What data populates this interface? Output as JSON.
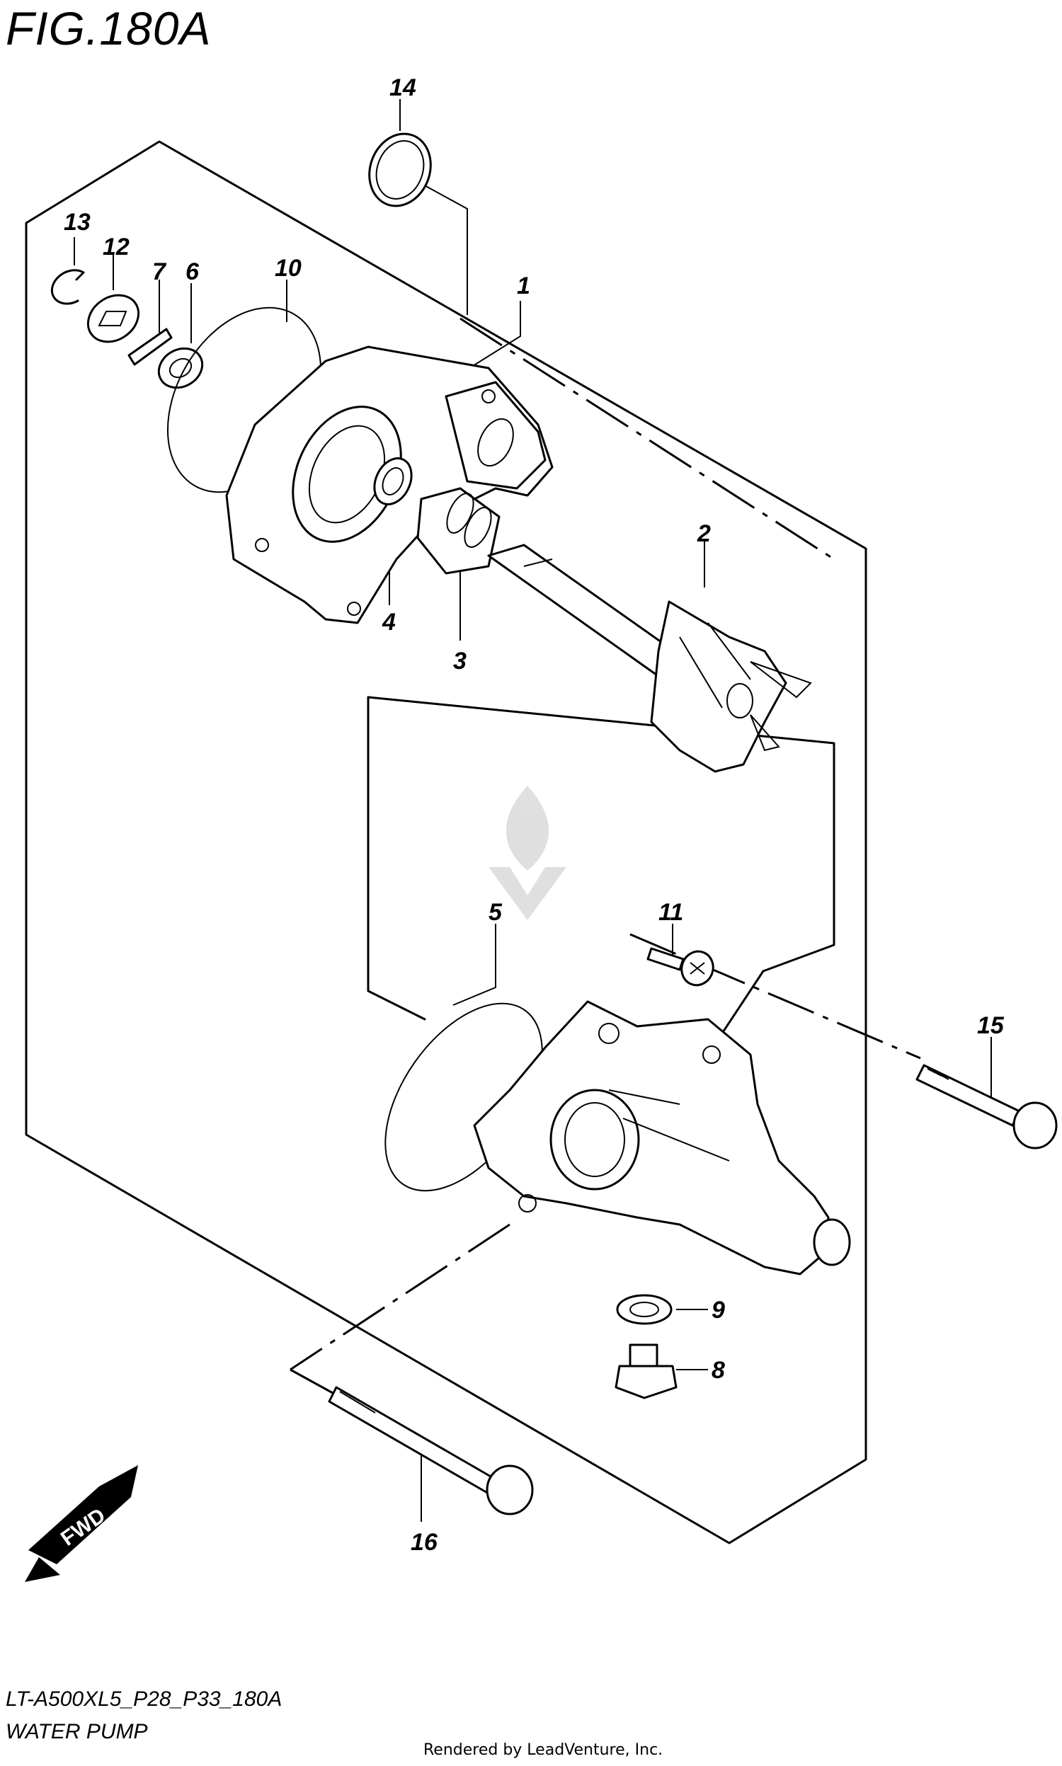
{
  "figure": {
    "title": "FIG.180A",
    "model_code": "LT-A500XL5_P28_P33_180A",
    "name": "WATER PUMP",
    "credit": "Rendered by LeadVenture, Inc.",
    "fwd_label": "FWD"
  },
  "callouts": [
    "14",
    "13",
    "12",
    "7",
    "6",
    "10",
    "1",
    "4",
    "3",
    "2",
    "5",
    "11",
    "15",
    "9",
    "8",
    "16"
  ]
}
